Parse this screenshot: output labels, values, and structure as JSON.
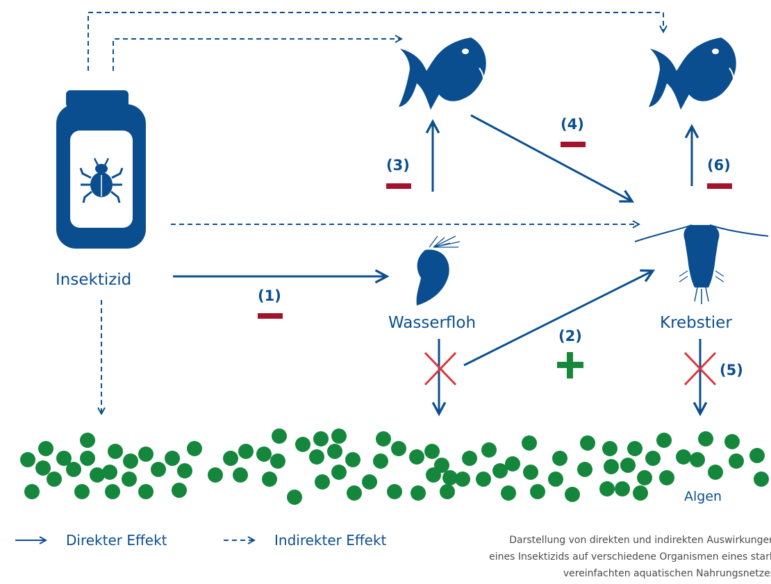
{
  "labels": {
    "insecticide": "Insektizid",
    "water_flea": "Wasserfloh",
    "crustacean": "Krebstier",
    "algae": "Algen"
  },
  "effects": {
    "e1": "(1)",
    "e2": "(2)",
    "e3": "(3)",
    "e4": "(4)",
    "e5": "(5)",
    "e6": "(6)"
  },
  "legend": {
    "direct": "Direkter Effekt",
    "indirect": "Indirekter Effekt"
  },
  "caption": {
    "line1": "Darstellung von direkten und indirekten Auswirkungen",
    "line2": "eines Insektizids auf verschiedene Organismen eines stark",
    "line3": "vereinfachten aquatischen Nahrungsnetzes"
  },
  "colors": {
    "primary_blue": "#0b4e8f",
    "negative_red": "#a3142c",
    "positive_green": "#17873a",
    "algae_green": "#15873c"
  }
}
